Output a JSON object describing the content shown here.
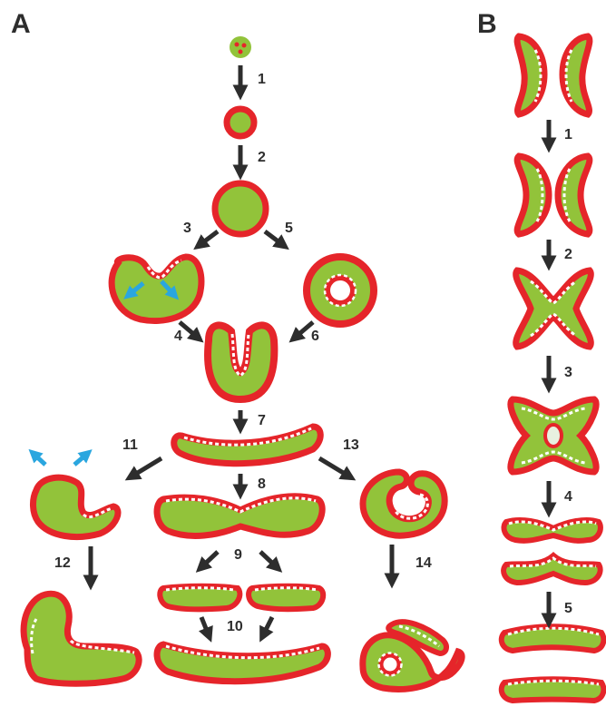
{
  "panels": {
    "a": "A",
    "b": "B"
  },
  "steps_a": [
    "1",
    "2",
    "3",
    "4",
    "5",
    "6",
    "7",
    "8",
    "9",
    "10",
    "11",
    "12",
    "13",
    "14"
  ],
  "steps_b": [
    "1",
    "2",
    "3",
    "4",
    "5"
  ],
  "colors": {
    "outer_layer": "#e5252a",
    "inner_fill": "#92c33a",
    "arrow": "#2d2d2d",
    "flow_arrow": "#2aa6df",
    "dash": "#ffffff"
  }
}
